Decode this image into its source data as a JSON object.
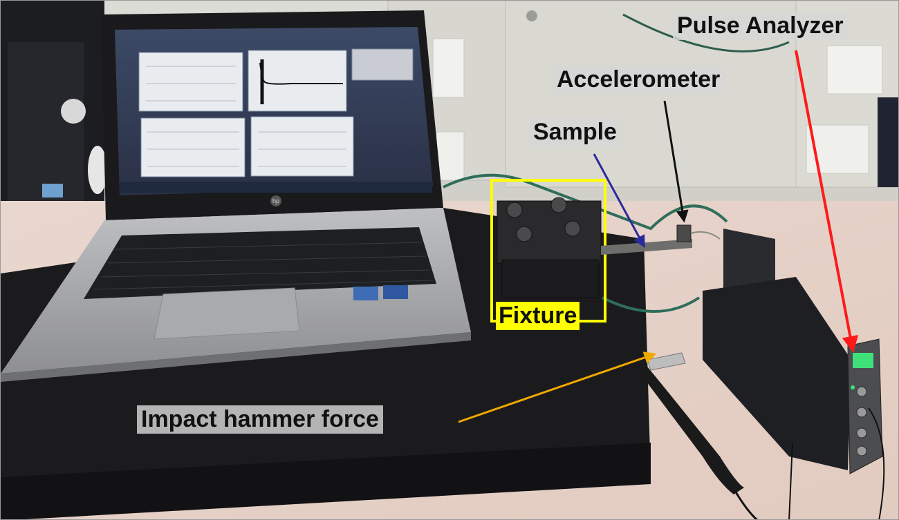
{
  "labels": {
    "pulse_analyzer": "Pulse Analyzer",
    "accelerometer": "Accelerometer",
    "sample": "Sample",
    "fixture": "Fixture",
    "impact_hammer": "Impact hammer force"
  },
  "colors": {
    "pulse_arrow": "#ff1a1a",
    "accel_arrow": "#111111",
    "sample_arrow": "#2a2a9a",
    "impact_arrow": "#f0a800",
    "fixture_box": "#ffff00"
  },
  "laptop": {
    "brand_logo": "hp"
  }
}
